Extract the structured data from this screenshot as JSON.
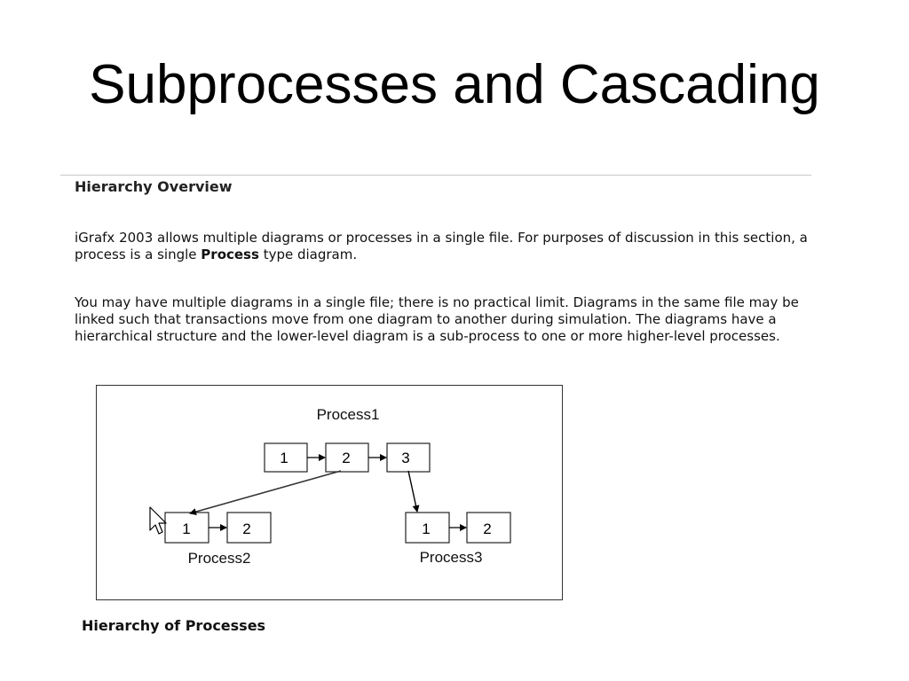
{
  "slide": {
    "title": "Subprocesses and Cascading"
  },
  "section": {
    "heading": "Hierarchy Overview",
    "para1_before": "iGrafx 2003 allows multiple diagrams or processes in a single file. For purposes of discussion in this section, a process is a single ",
    "para1_bold": "Process",
    "para1_after": " type diagram.",
    "para2": "You may have multiple diagrams in a single file; there is no practical limit. Diagrams in the same file may be linked such that transactions move from one diagram to another during simulation. The diagrams have a hierarchical structure and the lower-level diagram is a sub-process to one or more higher-level processes."
  },
  "diagram": {
    "process1_label": "Process1",
    "process2_label": "Process2",
    "process3_label": "Process3",
    "p1_box1": "1",
    "p1_box2": "2",
    "p1_box3": "3",
    "p2_box1": "1",
    "p2_box2": "2",
    "p3_box1": "1",
    "p3_box2": "2",
    "caption": "Hierarchy of Processes"
  }
}
